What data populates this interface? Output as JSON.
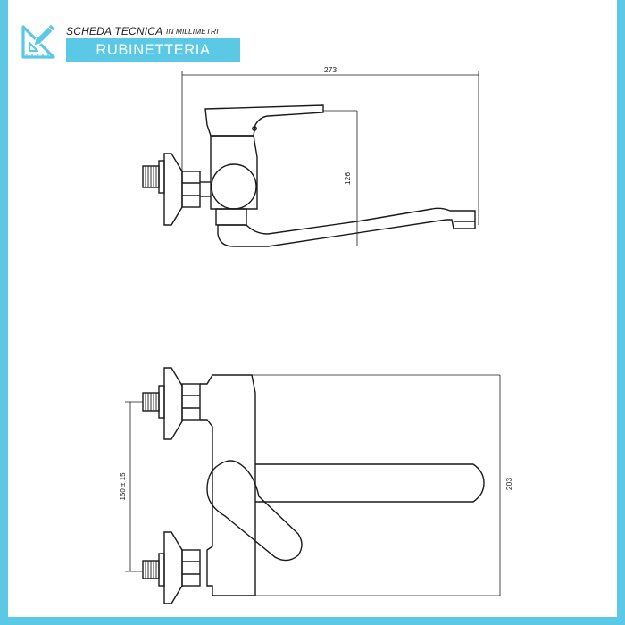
{
  "header": {
    "sheet_title": "SCHEDA TECNICA",
    "unit_note": "IN MILLIMETRI",
    "category": "RUBINETTERIA"
  },
  "icons": {
    "logo": "technical-drawing-set-square-icon"
  },
  "colors": {
    "accent": "#5bc8e6",
    "line": "#1a1a1a",
    "text": "#222222"
  },
  "dimensions": {
    "overall_length": "273",
    "height": "126",
    "depth": "203",
    "inlet_spacing": "150 ± 15"
  }
}
